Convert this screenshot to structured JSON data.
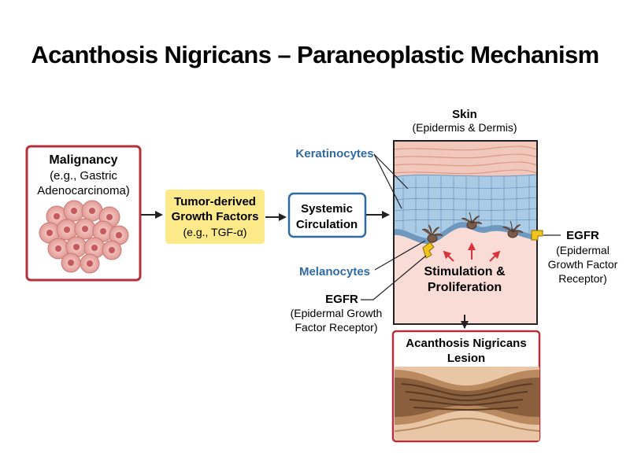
{
  "title": "Acanthosis Nigricans – Paraneoplastic Mechanism",
  "malignancy": {
    "heading": "Malignancy",
    "line1": "(e.g., Gastric",
    "line2": "Adenocarcinoma)"
  },
  "growth_factors": {
    "line1": "Tumor-derived",
    "line2": "Growth Factors",
    "line3": "(e.g., TGF-α)"
  },
  "circulation": {
    "line1": "Systemic",
    "line2": "Circulation"
  },
  "skin": {
    "heading": "Skin",
    "subheading": "(Epidermis & Dermis)",
    "keratinocytes": "Keratinocytes",
    "melanocytes": "Melanocytes",
    "stimulation_line1": "Stimulation &",
    "stimulation_line2": "Proliferation"
  },
  "egfr_right": {
    "label": "EGFR",
    "line1": "(Epidermal",
    "line2": "Growth Factor",
    "line3": "Receptor)"
  },
  "egfr_left": {
    "label": "EGFR",
    "line1": "(Epidermal Growth",
    "line2": "Factor Receptor)"
  },
  "lesion": {
    "line1": "Acanthosis Nigricans",
    "line2": "Lesion"
  },
  "colors": {
    "malignancy_border": "#b5303a",
    "growth_factor_fill": "#fbe98a",
    "circulation_border": "#2f6aa3",
    "label_blue": "#2f6aa3",
    "receptor_yellow": "#f2c31a"
  }
}
